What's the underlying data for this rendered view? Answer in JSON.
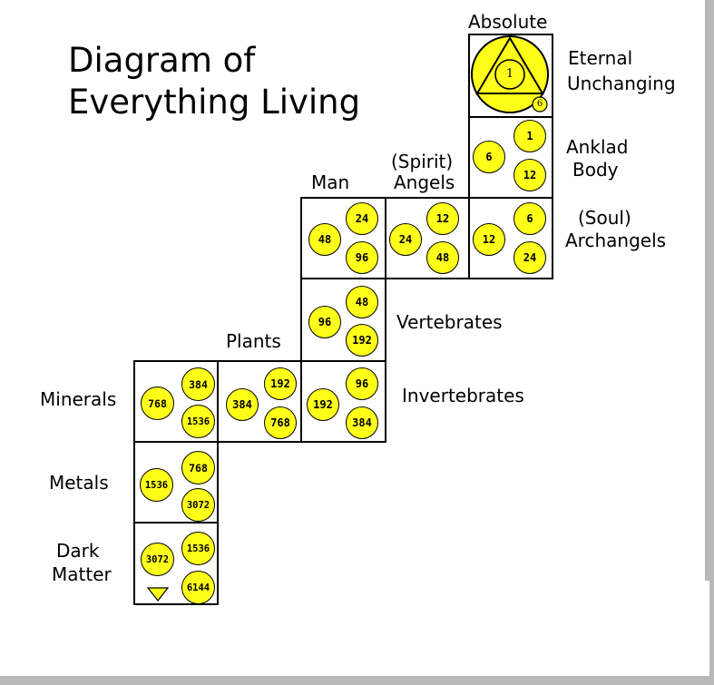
{
  "title": "Diagram of Everything Living",
  "title_lines": [
    "Diagram of",
    "Everything Living"
  ],
  "labels": {
    "absolute": "Absolute",
    "eternal": "Eternal",
    "unchanging": "Unchanging",
    "anklad": "Anklad",
    "body": "Body",
    "spirit": "(Spirit)",
    "angels": "Angels",
    "man": "Man",
    "soul": "(Soul)",
    "archangels": "Archangels",
    "vertebrates": "Vertebrates",
    "plants": "Plants",
    "minerals": "Minerals",
    "invertebrates": "Invertebrates",
    "metals": "Metals",
    "dark": "Dark",
    "matter": "Matter"
  },
  "cells": {
    "absolute": {
      "center": "1",
      "small": "6"
    },
    "anklad": {
      "left": "6",
      "top": "1",
      "bottom": "12"
    },
    "archangels": {
      "left": "12",
      "top": "6",
      "bottom": "24"
    },
    "angels": {
      "left": "24",
      "top": "12",
      "bottom": "48"
    },
    "man": {
      "left": "48",
      "top": "24",
      "bottom": "96"
    },
    "vertebrates": {
      "left": "96",
      "top": "48",
      "bottom": "192"
    },
    "invertebrates": {
      "left": "192",
      "top": "96",
      "bottom": "384"
    },
    "plants": {
      "left": "384",
      "top": "192",
      "bottom": "768"
    },
    "minerals": {
      "left": "768",
      "top": "384",
      "bottom": "1536"
    },
    "metals": {
      "left": "1536",
      "top": "768",
      "bottom": "3072"
    },
    "dark_matter": {
      "left": "3072",
      "top": "1536",
      "bottom": "6144"
    }
  },
  "colors": {
    "circle_fill": "#ffff1a",
    "frame": "#b9b9b9"
  }
}
